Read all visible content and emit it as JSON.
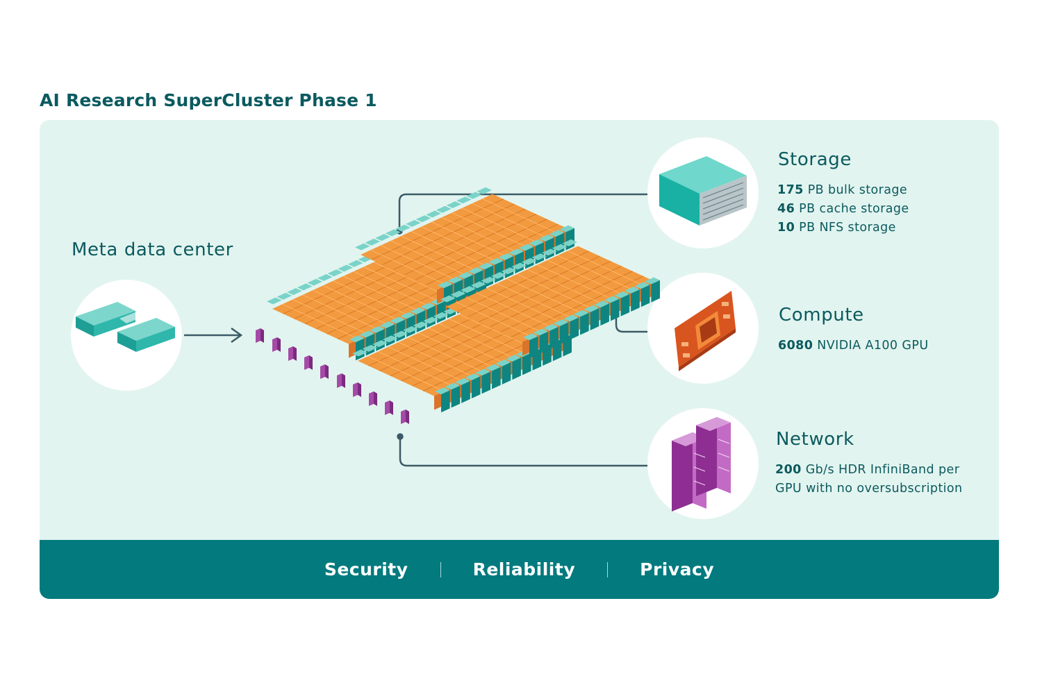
{
  "title": "AI Research SuperCluster Phase 1",
  "meta_dc": {
    "label": "Meta data center"
  },
  "storage": {
    "heading": "Storage",
    "lines": [
      {
        "value": "175",
        "text": " PB bulk storage"
      },
      {
        "value": "46",
        "text": " PB cache storage"
      },
      {
        "value": "10",
        "text": " PB NFS storage"
      }
    ]
  },
  "compute": {
    "heading": "Compute",
    "lines": [
      {
        "value": "6080",
        "text": " NVIDIA A100 GPU"
      }
    ]
  },
  "network": {
    "heading": "Network",
    "lines": [
      {
        "value": "200",
        "text": " Gb/s HDR InfiniBand per"
      },
      {
        "value": "",
        "text": "GPU with no oversubscription"
      }
    ]
  },
  "footer": {
    "items": [
      "Security",
      "Reliability",
      "Privacy"
    ]
  },
  "colors": {
    "panel": "#e2f4ef",
    "footer": "#027a7e",
    "text": "#0b5a5f",
    "teal": "#1fa59b",
    "orange": "#f29a3f",
    "purple": "#a54aa6"
  }
}
